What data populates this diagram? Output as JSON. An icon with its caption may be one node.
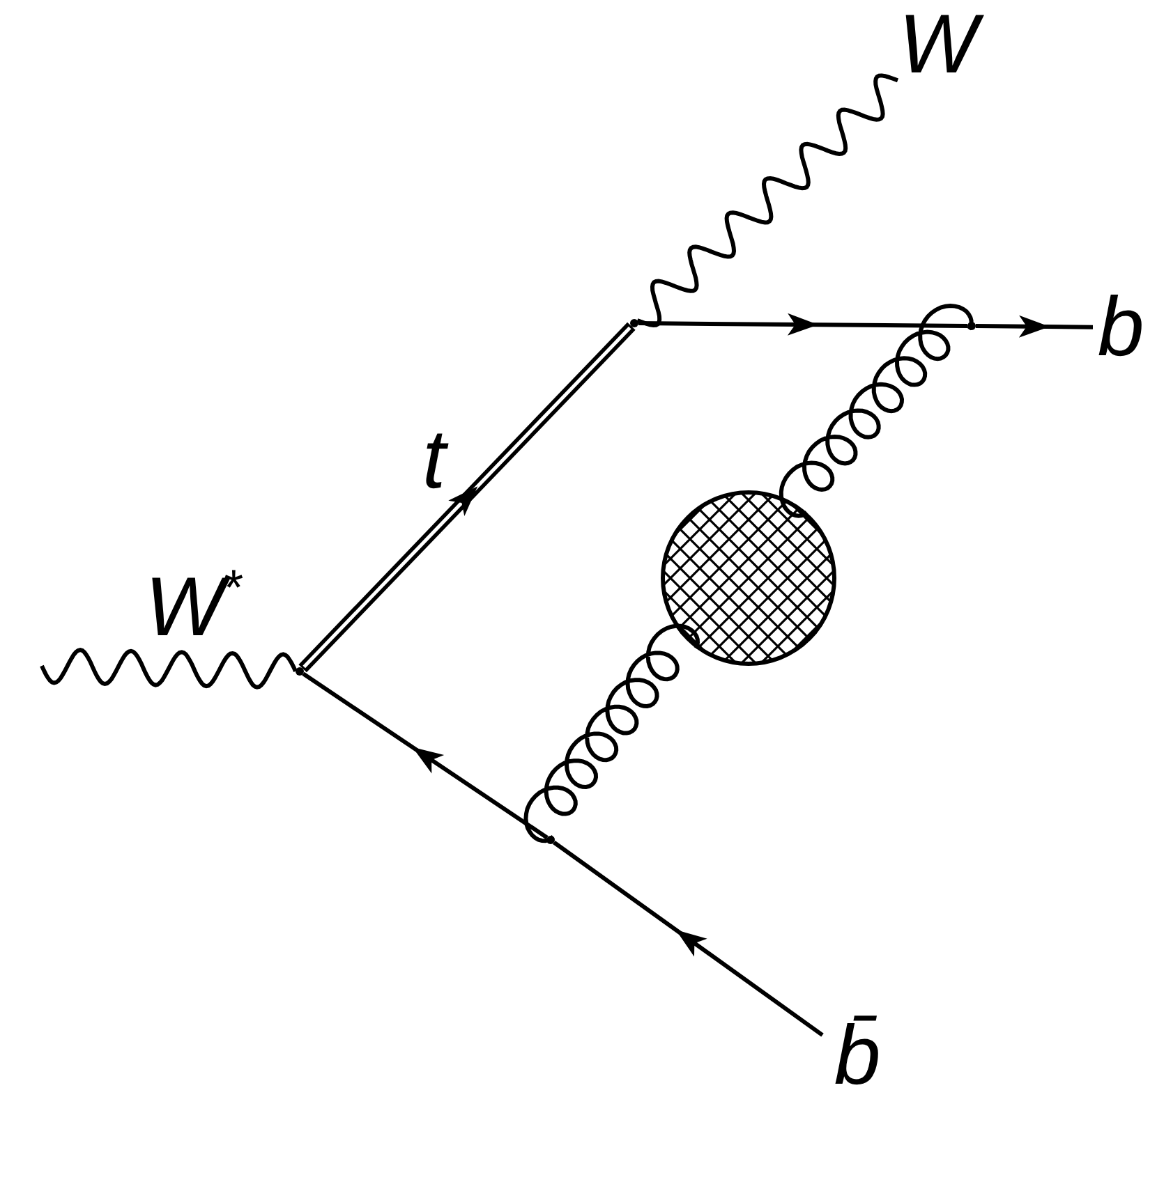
{
  "diagram": {
    "nodes": [
      {
        "text": [
          "W"
        ]
      },
      {
        "text": [],
        "shape": "point"
      },
      {
        "text": [],
        "shape": "point"
      },
      {
        "text": [
          "b"
        ]
      },
      {
        "text": [],
        "shape": "circle"
      },
      {
        "text": [],
        "shape": "point"
      },
      {
        "text": [],
        "shape": "point"
      },
      {
        "text": [
          "b̄"
        ]
      }
    ],
    "edges": [
      {
        "from": 1,
        "to": 0,
        "arrow": "none"
      },
      {
        "from": 5,
        "to": 1,
        "arrow": "to",
        "style": "thick",
        "label": "t"
      },
      {
        "from": 1,
        "to": 2,
        "arrow": "to"
      },
      {
        "from": 2,
        "to": 3,
        "arrow": "to"
      },
      {
        "from": null,
        "to": 5,
        "arrow": "none",
        "label": "W$^{*}$"
      },
      {
        "from": 7,
        "to": 6,
        "arrow": "to"
      },
      {
        "from": 6,
        "to": 5,
        "arrow": "to"
      },
      {
        "from": 2,
        "to": 4,
        "arrow": "none"
      },
      {
        "from": 4,
        "to": 6,
        "arrow": "none"
      }
    ]
  }
}
